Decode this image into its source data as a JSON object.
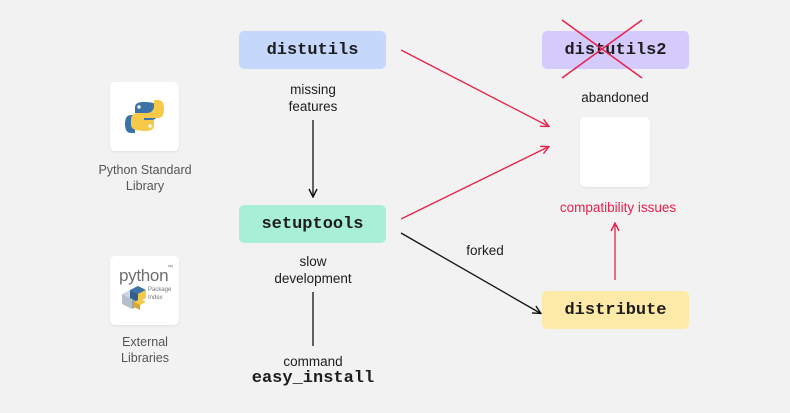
{
  "nodes": {
    "distutils": "distutils",
    "distutils2": "distutils2",
    "setuptools": "setuptools",
    "distribute": "distribute"
  },
  "labels": {
    "missing_features_1": "missing",
    "missing_features_2": "features",
    "abandoned": "abandoned",
    "compatibility_issues": "compatibility issues",
    "forked": "forked",
    "slow_dev_1": "slow",
    "slow_dev_2": "development",
    "command": "command",
    "easy_install": "easy_install"
  },
  "sidebar": {
    "stdlib_1": "Python Standard",
    "stdlib_2": "Library",
    "external_1": "External",
    "external_2": "Libraries",
    "pypi_word": "python",
    "pypi_sub_1": "Package",
    "pypi_sub_2": "Index",
    "pypi_tm": "™"
  },
  "colors": {
    "distutils_bg": "#c5d8fc",
    "distutils2_bg": "#d4cafb",
    "setuptools_bg": "#a9efd7",
    "distribute_bg": "#fde9a8",
    "red": "#e8214b",
    "black": "#111111"
  },
  "icons": [
    "python-logo-icon",
    "pypi-logo-icon",
    "red-cross-icon"
  ]
}
